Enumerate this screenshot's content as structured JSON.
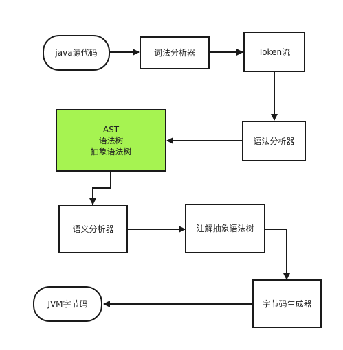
{
  "colors": {
    "stroke": "#1a1a1a",
    "node_fill": "#ffffff",
    "highlight_fill": "#a6f351",
    "text": "#222222"
  },
  "nodes": {
    "java_source": {
      "label": "java源代码",
      "shape": "terminal"
    },
    "lexer": {
      "label": "词法分析器",
      "shape": "process"
    },
    "token_stream": {
      "label": "Token流",
      "shape": "process"
    },
    "parser": {
      "label": "语法分析器",
      "shape": "process"
    },
    "ast": {
      "lines": [
        "AST",
        "语法树",
        "抽象语法树"
      ],
      "shape": "process",
      "highlighted": true
    },
    "semantic_analyzer": {
      "label": "语义分析器",
      "shape": "process"
    },
    "annotated_ast": {
      "label": "注解抽象语法树",
      "shape": "process"
    },
    "bytecode_generator": {
      "label": "字节码生成器",
      "shape": "process"
    },
    "jvm_bytecode": {
      "label": "JVM字节码",
      "shape": "terminal"
    }
  },
  "edges": [
    {
      "from": "java_source",
      "to": "lexer"
    },
    {
      "from": "lexer",
      "to": "token_stream"
    },
    {
      "from": "token_stream",
      "to": "parser"
    },
    {
      "from": "parser",
      "to": "ast"
    },
    {
      "from": "ast",
      "to": "semantic_analyzer"
    },
    {
      "from": "semantic_analyzer",
      "to": "annotated_ast"
    },
    {
      "from": "annotated_ast",
      "to": "bytecode_generator"
    },
    {
      "from": "bytecode_generator",
      "to": "jvm_bytecode"
    }
  ]
}
